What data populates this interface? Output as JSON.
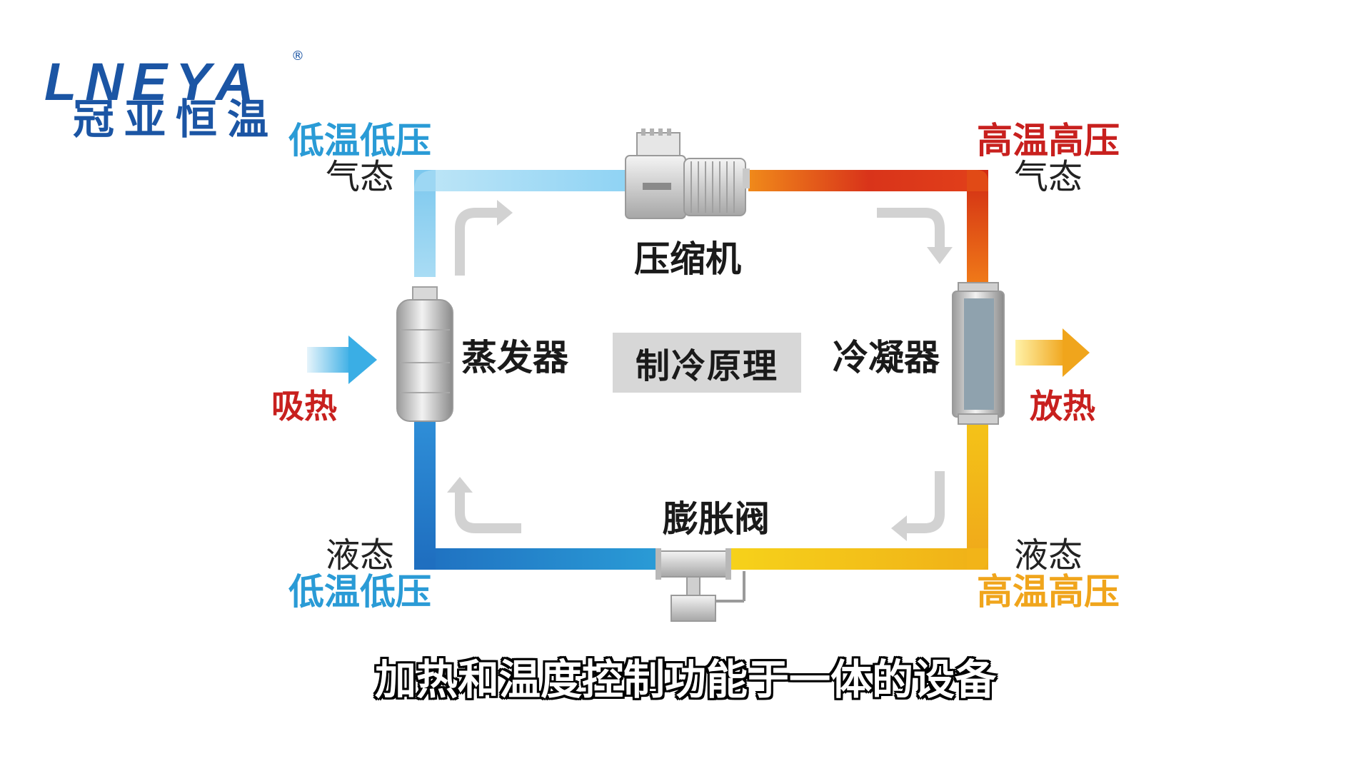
{
  "logo": {
    "brand": "LNEYA",
    "registered": "®",
    "chinese": "冠亚恒温"
  },
  "labels": {
    "top_left": {
      "condition": "低温低压",
      "state": "气态"
    },
    "top_right": {
      "condition": "高温高压",
      "state": "气态"
    },
    "bottom_left": {
      "state": "液态",
      "condition": "低温低压"
    },
    "bottom_right": {
      "state": "液态",
      "condition": "高温高压"
    }
  },
  "components": {
    "compressor": "压缩机",
    "evaporator": "蒸发器",
    "condenser": "冷凝器",
    "expansion_valve": "膨胀阀"
  },
  "center_title": "制冷原理",
  "heat": {
    "absorb": "吸热",
    "release": "放热"
  },
  "subtitle": "加热和温度控制功能于一体的设备",
  "colors": {
    "cold_light": "#bfe6f7",
    "cold": "#2a9bd6",
    "cold_dark": "#1f6fc0",
    "hot_red": "#d12a14",
    "hot_orange": "#f07a18",
    "warm_yellow": "#f3c418",
    "brand_blue": "#1b55a4",
    "red_text": "#c8201e",
    "orange_text": "#f0a51c"
  }
}
